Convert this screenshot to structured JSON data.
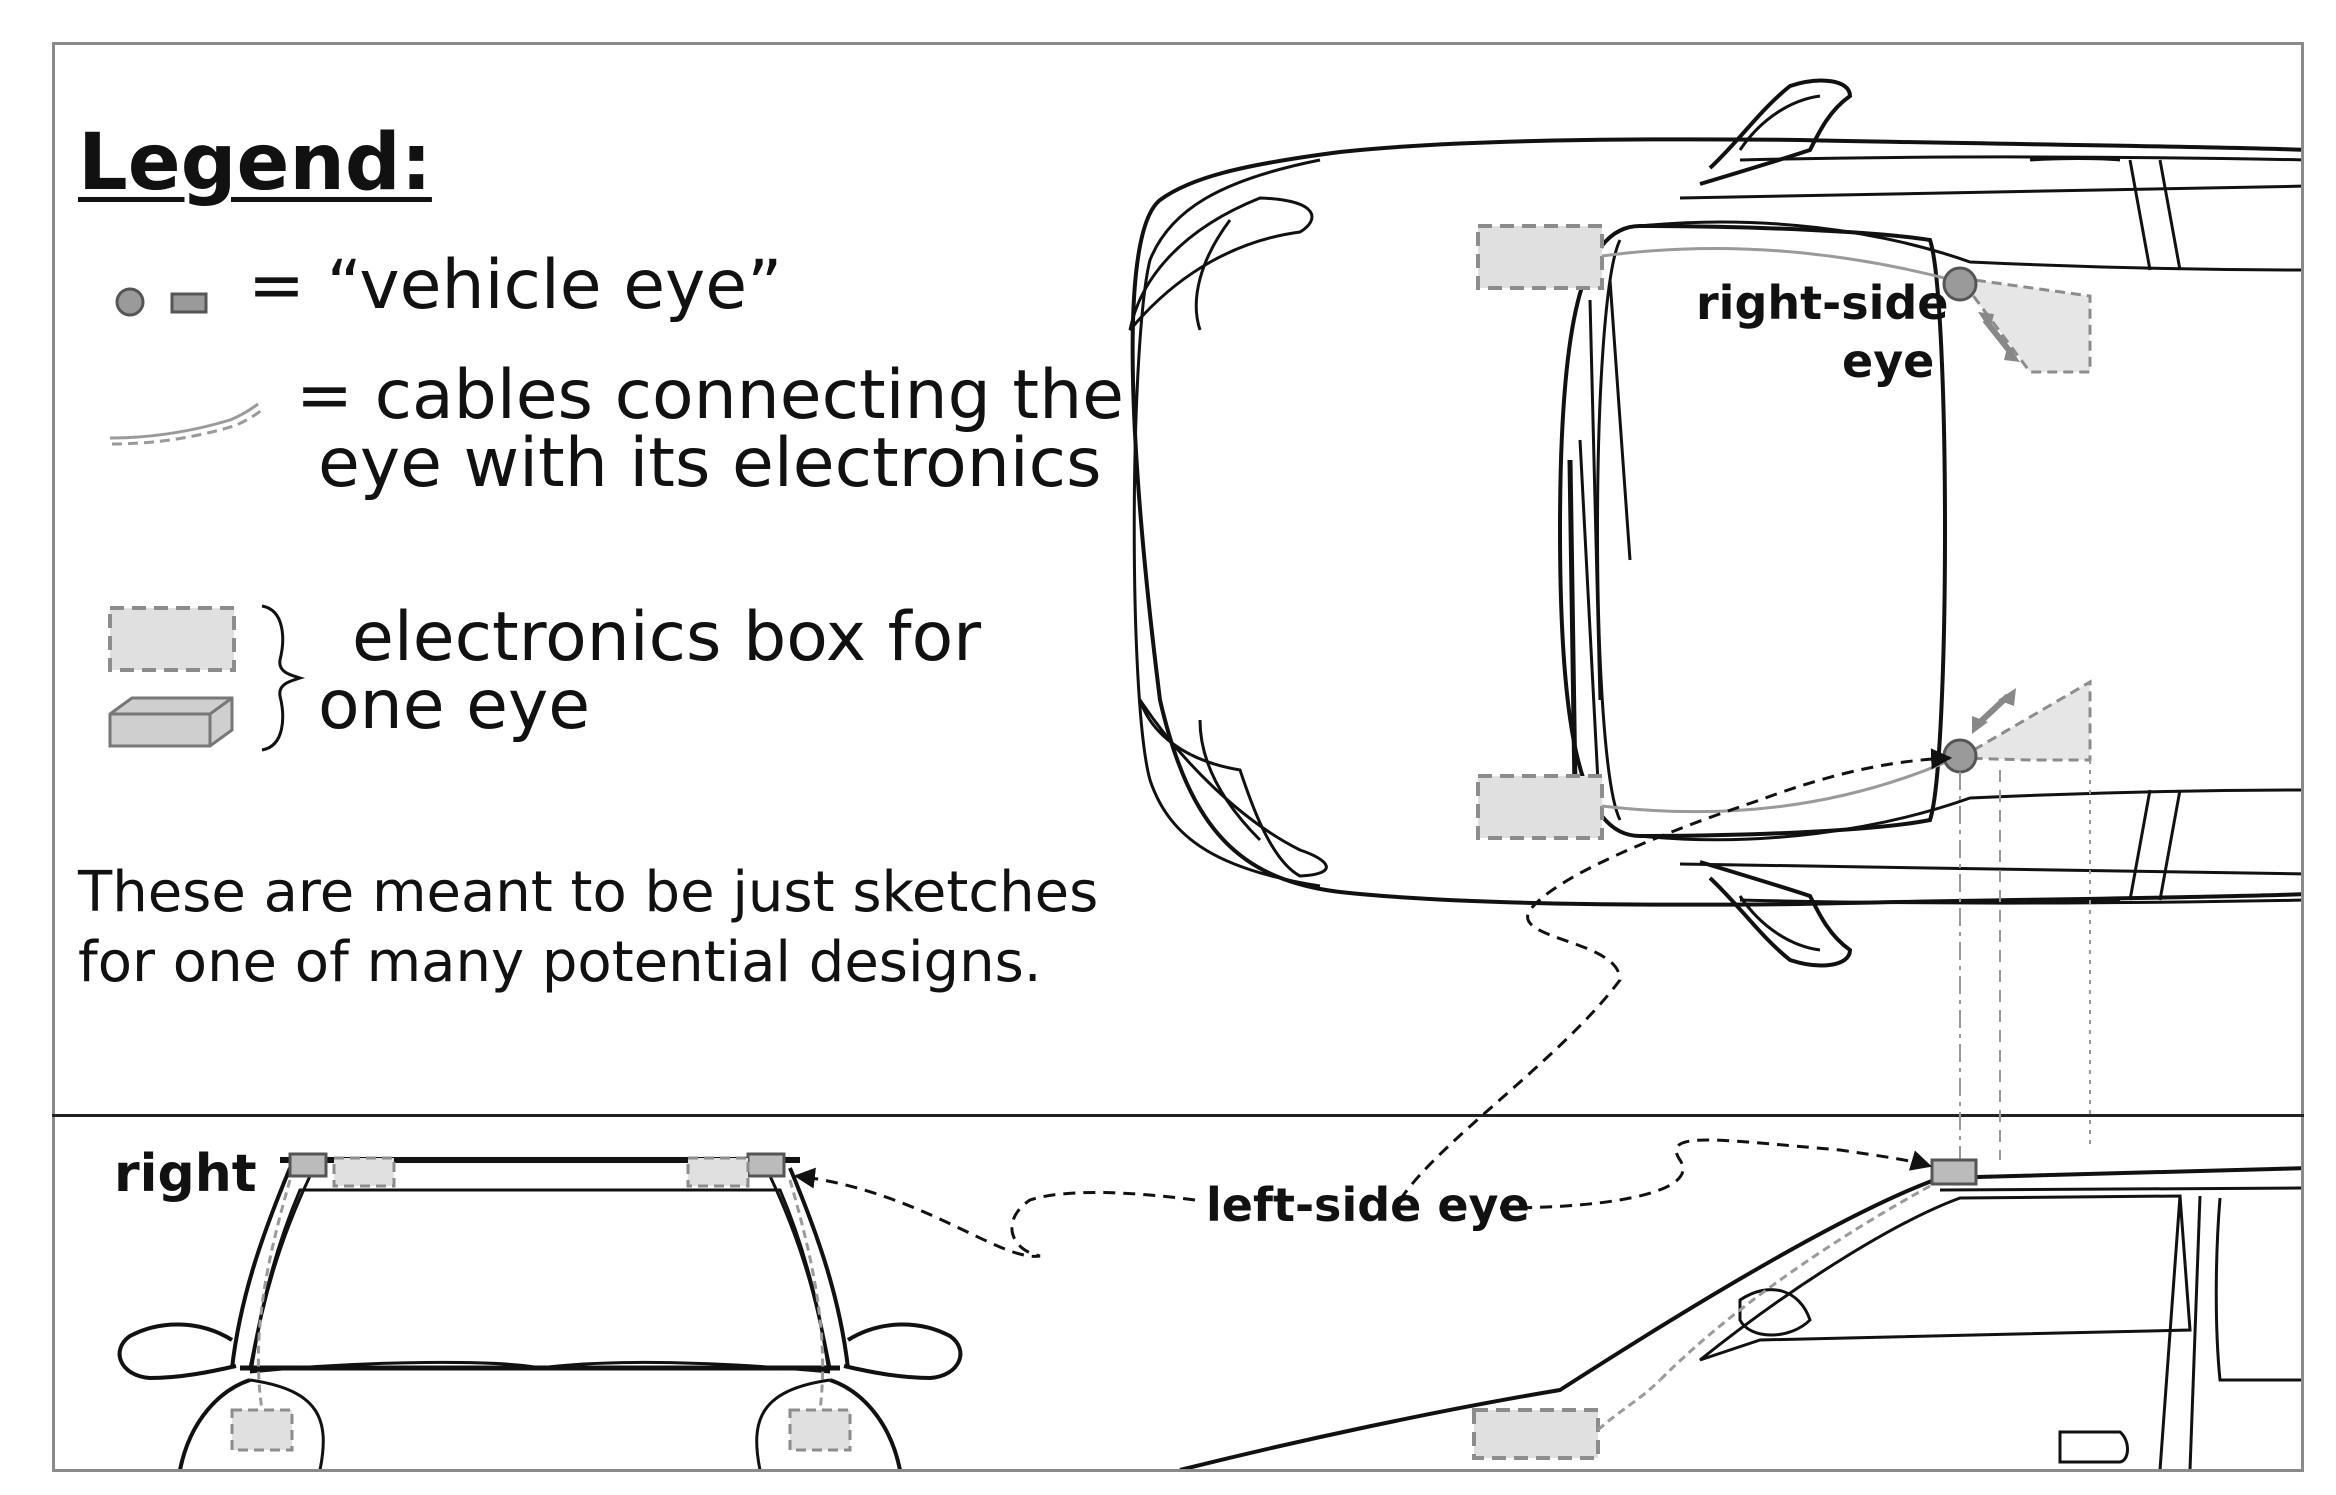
{
  "legend": {
    "title": "Legend:",
    "eye_entry": "= “vehicle eye”",
    "cable_entry_line1": "= cables connecting the",
    "cable_entry_line2": "eye with its electronics",
    "box_entry_line1": "electronics box for",
    "box_entry_line2": "one eye"
  },
  "note": {
    "line1": "These are meant to be just sketches",
    "line2": "for one of many potential designs."
  },
  "labels": {
    "right_side_eye_line1": "right-side",
    "right_side_eye_line2": "eye",
    "left_side_eye": "left-side eye",
    "front_view_right": "right"
  },
  "colors": {
    "outline": "#111111",
    "box_fill": "#e0e0e0",
    "box_stroke": "#8c8c8c",
    "eye_fill": "#9a9a9a",
    "cable": "#9a9a9a"
  }
}
